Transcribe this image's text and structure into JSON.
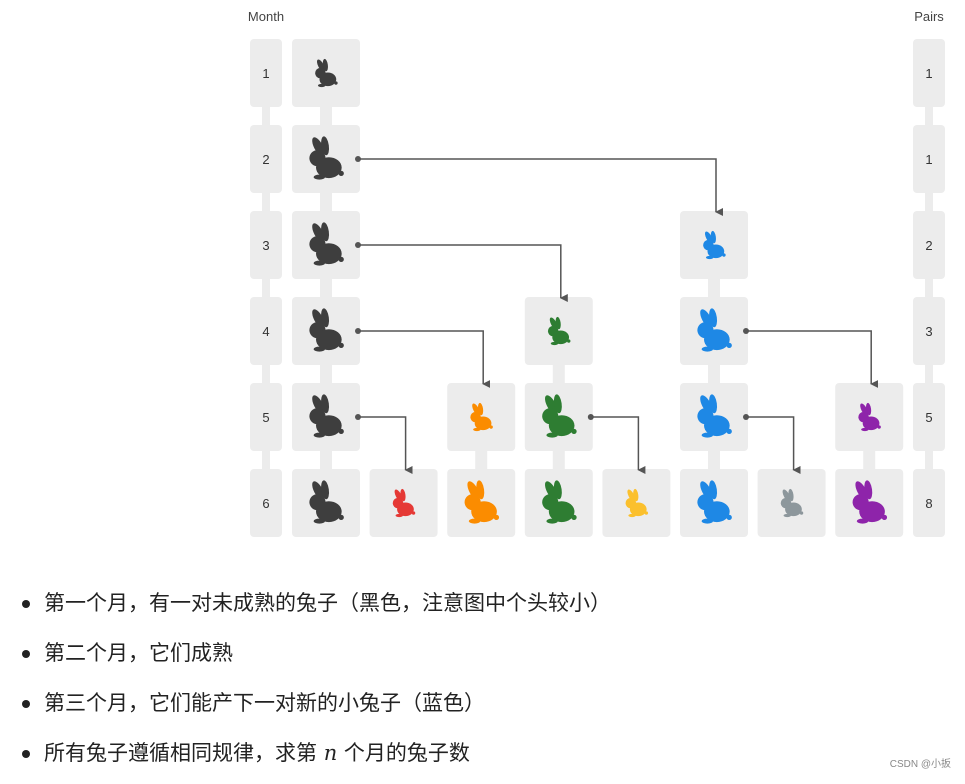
{
  "headers": {
    "month": "Month",
    "pairs": "Pairs"
  },
  "months": [
    "1",
    "2",
    "3",
    "4",
    "5",
    "6"
  ],
  "pairs": [
    "1",
    "1",
    "2",
    "3",
    "5",
    "8"
  ],
  "colors": {
    "black": "#3e3e3e",
    "red": "#e53935",
    "orange": "#fb8c00",
    "green": "#2e7d32",
    "yellow": "#fbc02d",
    "blue": "#1e88e5",
    "grey": "#8d979c",
    "purple": "#8e24aa"
  },
  "rabbits": [
    {
      "color": "black",
      "col": 0,
      "start": 1
    },
    {
      "color": "blue",
      "col": 5,
      "start": 3
    },
    {
      "color": "green",
      "col": 3,
      "start": 4
    },
    {
      "color": "orange",
      "col": 2,
      "start": 5
    },
    {
      "color": "purple",
      "col": 7,
      "start": 5
    },
    {
      "color": "red",
      "col": 1,
      "start": 6
    },
    {
      "color": "yellow",
      "col": 4,
      "start": 6
    },
    {
      "color": "grey",
      "col": 6,
      "start": 6
    }
  ],
  "births": [
    {
      "parent_col": 0,
      "month": 2,
      "child_col": 5
    },
    {
      "parent_col": 0,
      "month": 3,
      "child_col": 3
    },
    {
      "parent_col": 0,
      "month": 4,
      "child_col": 2
    },
    {
      "parent_col": 0,
      "month": 5,
      "child_col": 1
    },
    {
      "parent_col": 3,
      "month": 5,
      "child_col": 4
    },
    {
      "parent_col": 5,
      "month": 4,
      "child_col": 7
    },
    {
      "parent_col": 5,
      "month": 5,
      "child_col": 6
    }
  ],
  "notes": [
    "第一个月，有一对未成熟的兔子（黑色，注意图中个头较小）",
    "第二个月，它们成熟",
    "第三个月，它们能产下一对新的小兔子（蓝色）"
  ],
  "note4": {
    "before": "所有兔子遵循相同规律，求第 ",
    "var": "n",
    "after": " 个月的兔子数"
  },
  "watermark": "CSDN @小扳"
}
